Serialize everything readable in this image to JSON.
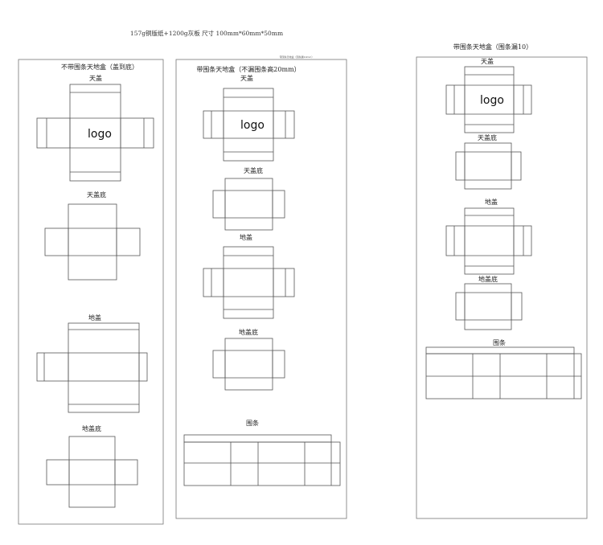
{
  "header": {
    "title": "157g铜版纸+1200g灰板 尺寸 100mm*60mm*50mm"
  },
  "panels": [
    {
      "heading": "不带围条天地盒（盖到底）",
      "labels": {
        "lid": "天盖",
        "lid_base": "天盖底",
        "bottom": "地盖",
        "bottom_base": "地盖底"
      },
      "logo": "logo"
    },
    {
      "heading": "带围条天地盒（不漏围条高20mm）",
      "tiny_note": "带围条天地盒（围条漏10mm）",
      "labels": {
        "lid": "天盖",
        "lid_base": "天盖底",
        "bottom": "地盖",
        "bottom_base": "地盖底",
        "strip": "围条"
      },
      "logo": "logo"
    },
    {
      "heading": "带围条天地盒（围条漏10）",
      "labels": {
        "lid": "天盖",
        "lid_base": "天盖底",
        "bottom": "地盖",
        "bottom_base": "地盖底",
        "strip": "围条"
      },
      "logo": "logo"
    }
  ]
}
